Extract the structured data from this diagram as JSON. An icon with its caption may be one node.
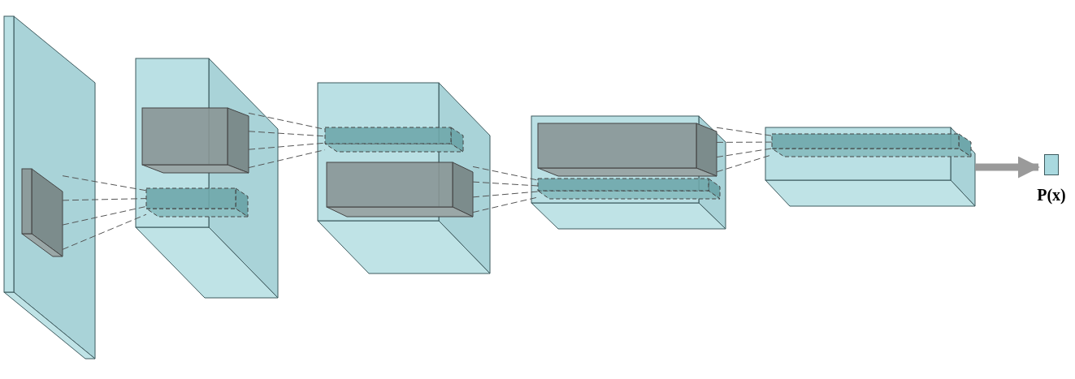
{
  "diagram": {
    "nodes": [
      {
        "text": [],
        "shape": "box"
      },
      {
        "text": [],
        "shape": "box",
        "in": 0
      },
      {
        "text": [],
        "shape": "box"
      },
      {
        "text": [],
        "shape": "box",
        "in": 2
      },
      {
        "text": [],
        "shape": "box",
        "in": 2
      },
      {
        "text": [],
        "shape": "box"
      },
      {
        "text": [],
        "shape": "box",
        "in": 5
      },
      {
        "text": [],
        "shape": "box",
        "in": 5
      },
      {
        "text": [],
        "shape": "box"
      },
      {
        "text": [],
        "shape": "box",
        "in": 8
      },
      {
        "text": [],
        "shape": "box",
        "in": 8
      },
      {
        "text": [],
        "shape": "box"
      },
      {
        "text": [],
        "shape": "box",
        "in": 11
      },
      {
        "text": [
          "P(x)"
        ]
      }
    ],
    "edges": [
      {
        "from": 1,
        "to": 4,
        "arrow": "none",
        "style": "dashed"
      },
      {
        "from": 1,
        "to": 4,
        "arrow": "none",
        "style": "dashed"
      },
      {
        "from": 1,
        "to": 4,
        "arrow": "none",
        "style": "dashed"
      },
      {
        "from": 1,
        "to": 4,
        "arrow": "none",
        "style": "dashed"
      },
      {
        "from": 3,
        "to": 6,
        "arrow": "none",
        "style": "dashed"
      },
      {
        "from": 3,
        "to": 6,
        "arrow": "none",
        "style": "dashed"
      },
      {
        "from": 3,
        "to": 6,
        "arrow": "none",
        "style": "dashed"
      },
      {
        "from": 3,
        "to": 6,
        "arrow": "none",
        "style": "dashed"
      },
      {
        "from": 7,
        "to": 10,
        "arrow": "none",
        "style": "dashed"
      },
      {
        "from": 7,
        "to": 10,
        "arrow": "none",
        "style": "dashed"
      },
      {
        "from": 7,
        "to": 10,
        "arrow": "none",
        "style": "dashed"
      },
      {
        "from": 7,
        "to": 10,
        "arrow": "none",
        "style": "dashed"
      },
      {
        "from": 9,
        "to": 12,
        "arrow": "none",
        "style": "dashed"
      },
      {
        "from": 9,
        "to": 12,
        "arrow": "none",
        "style": "dashed"
      },
      {
        "from": 9,
        "to": 12,
        "arrow": "none",
        "style": "dashed"
      },
      {
        "from": 9,
        "to": 12,
        "arrow": "none",
        "style": "dashed"
      },
      {
        "from": 11,
        "to": 13,
        "arrow": "to",
        "style": "thick"
      }
    ]
  }
}
